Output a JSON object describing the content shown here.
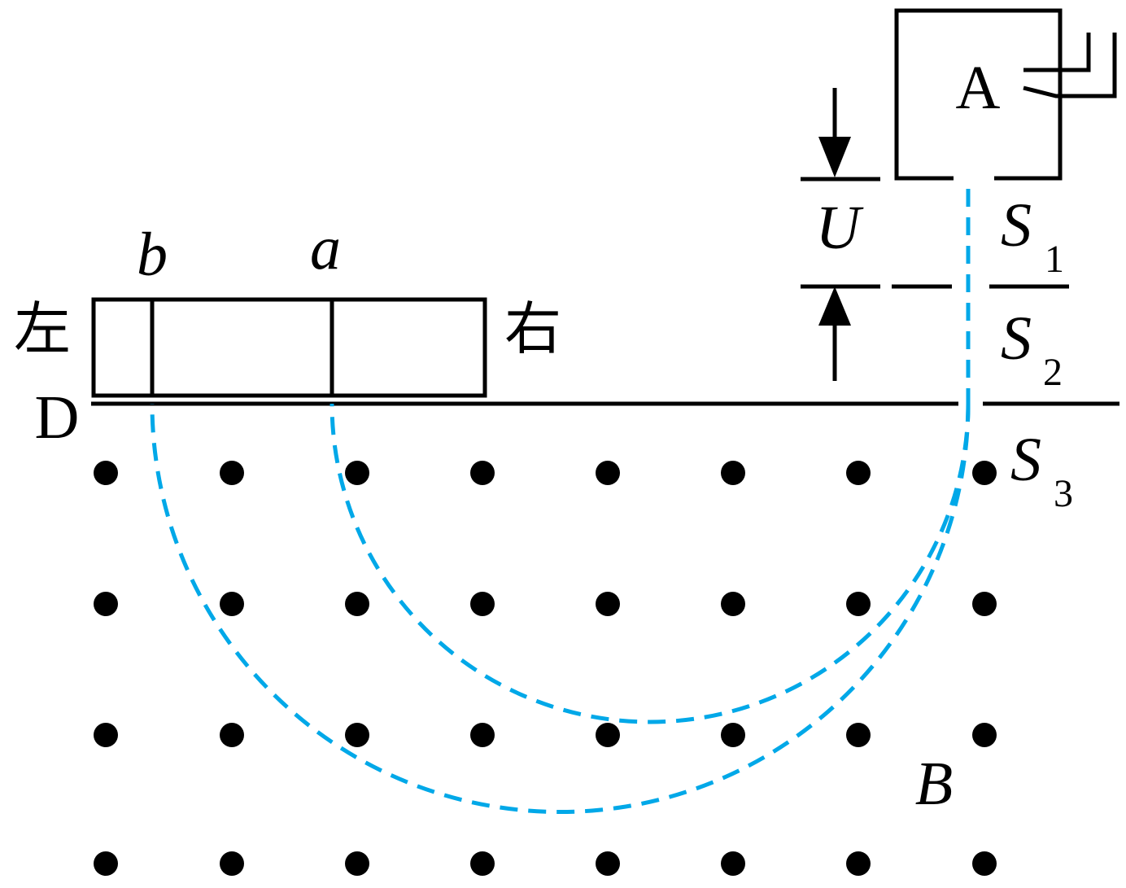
{
  "labels": {
    "source": "A",
    "voltage": "U",
    "slit1": "S",
    "slit1_sub": "1",
    "slit2": "S",
    "slit2_sub": "2",
    "slit3": "S",
    "slit3_sub": "3",
    "plate": "D",
    "left": "左",
    "right": "右",
    "point_a": "a",
    "point_b": "b",
    "field": "B"
  },
  "colors": {
    "line": "#000000",
    "trajectory": "#00a8e8"
  }
}
